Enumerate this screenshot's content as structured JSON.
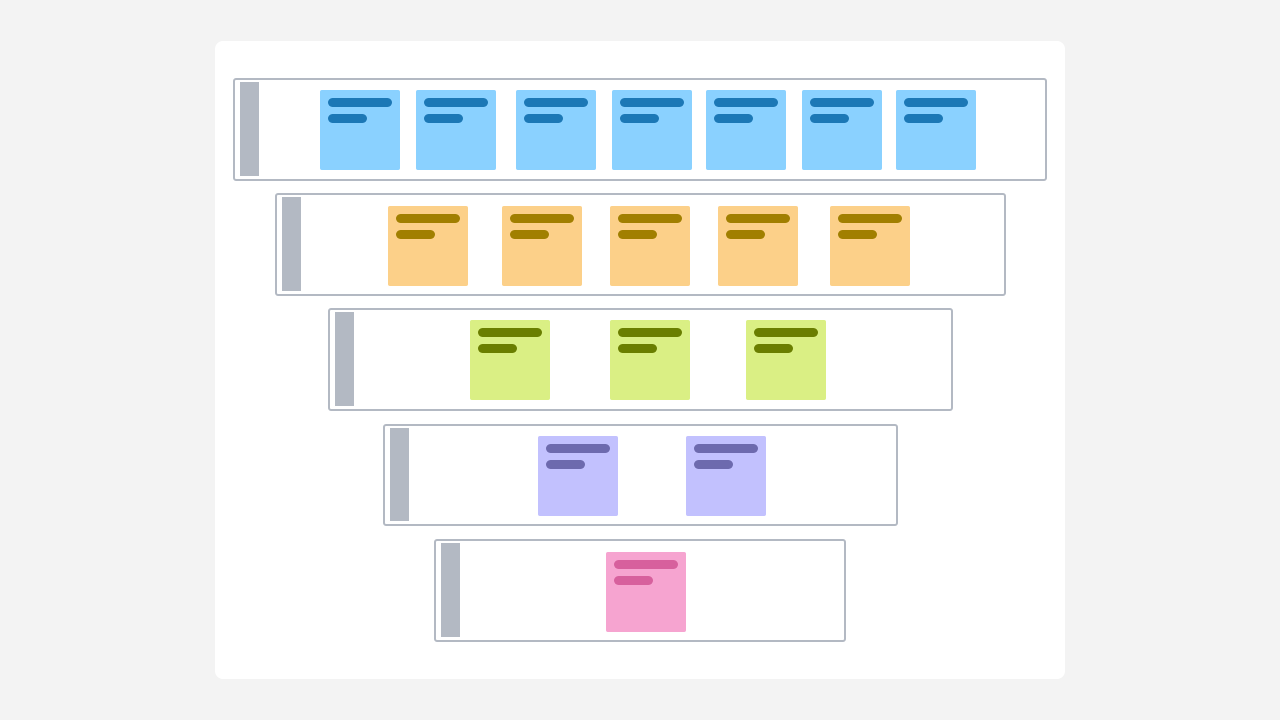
{
  "colors": {
    "page_background": "#f3f3f3",
    "board_background": "#ffffff",
    "row_border": "#b3b9c3",
    "handle": "#b3b9c3"
  },
  "rows": [
    {
      "name": "row-1",
      "sticky_fill": "#8ad1ff",
      "line_fill": "#1c78b6",
      "sticky_count": 7
    },
    {
      "name": "row-2",
      "sticky_fill": "#fcd089",
      "line_fill": "#a17f00",
      "sticky_count": 5
    },
    {
      "name": "row-3",
      "sticky_fill": "#daef84",
      "line_fill": "#6a7e00",
      "sticky_count": 3
    },
    {
      "name": "row-4",
      "sticky_fill": "#c2c1fe",
      "line_fill": "#6d6aae",
      "sticky_count": 2
    },
    {
      "name": "row-5",
      "sticky_fill": "#f6a4d0",
      "line_fill": "#d7609d",
      "sticky_count": 1
    }
  ]
}
